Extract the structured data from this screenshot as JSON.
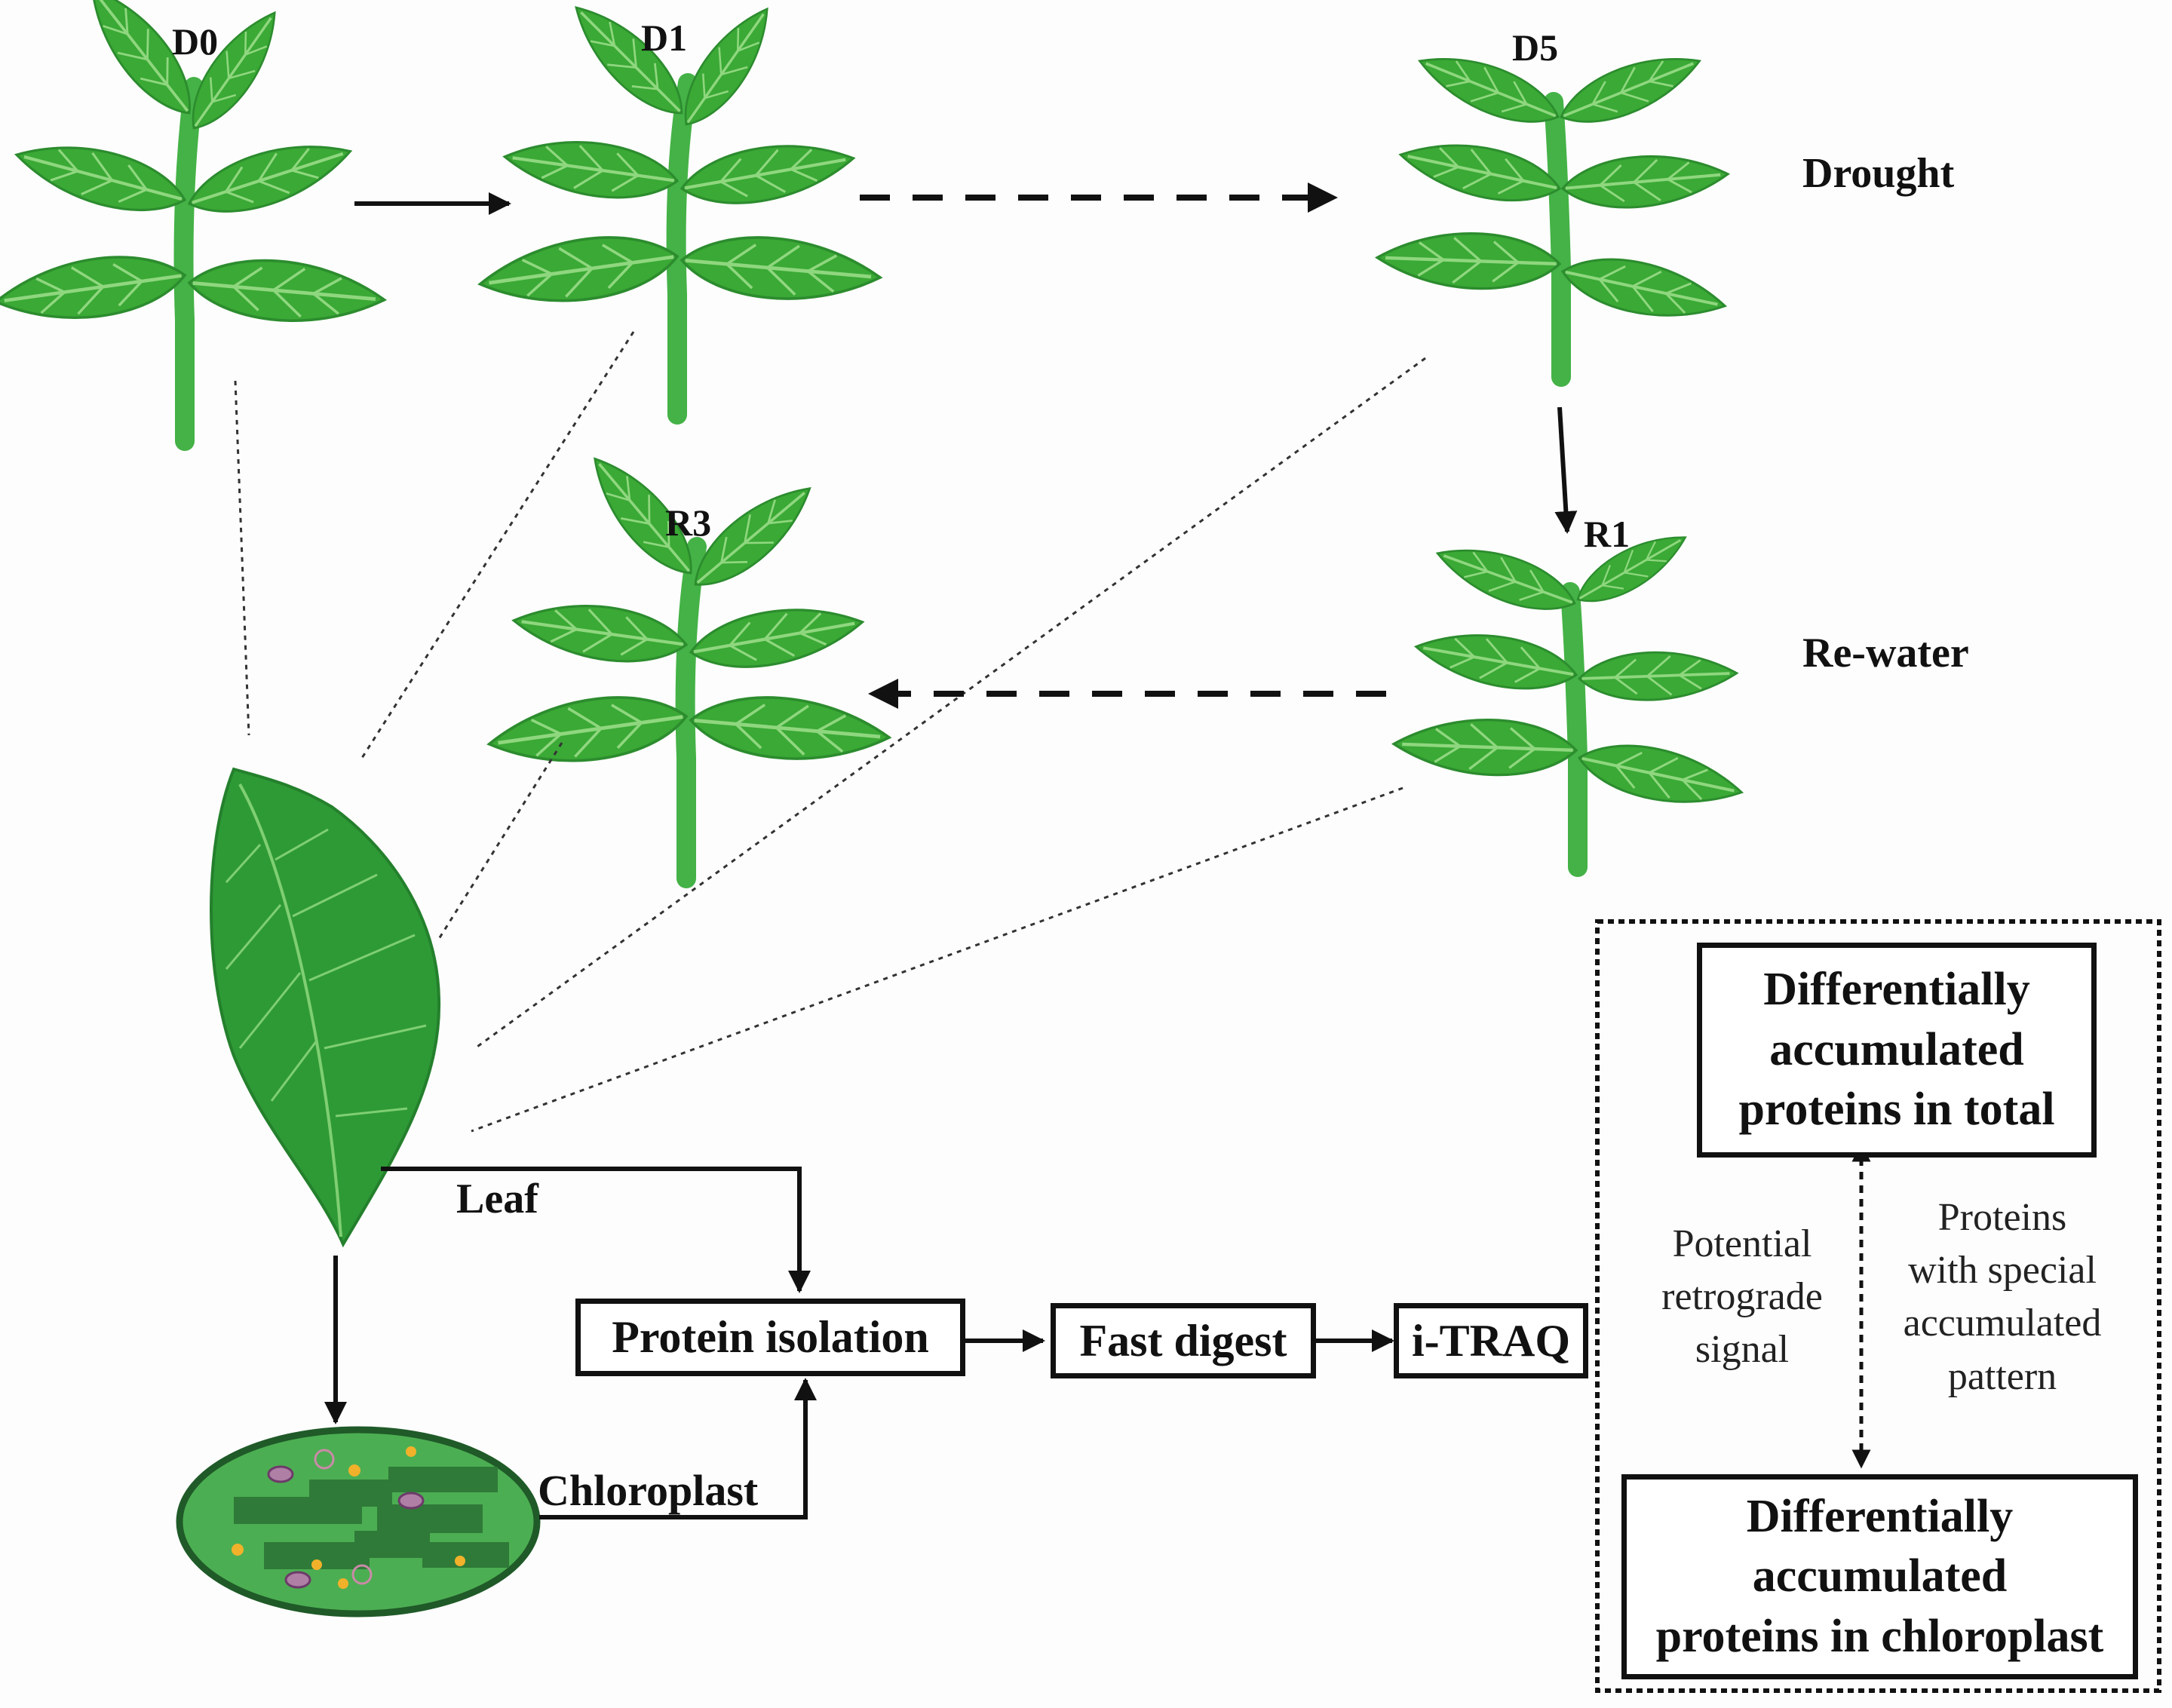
{
  "stages": {
    "d0": "D0",
    "d1": "D1",
    "d5": "D5",
    "r1": "R1",
    "r3": "R3"
  },
  "conditions": {
    "drought": "Drought",
    "rewater": "Re-water"
  },
  "tissues": {
    "leaf": "Leaf",
    "chloroplast": "Chloroplast"
  },
  "pipeline": {
    "protein_isolation": "Protein isolation",
    "fast_digest": "Fast digest",
    "itraq": "i-TRAQ"
  },
  "results": {
    "total_lines": [
      "Differentially",
      "accumulated",
      "proteins in total"
    ],
    "chloroplast_lines": [
      "Differentially",
      "accumulated",
      "proteins in chloroplast"
    ],
    "left_note_lines": [
      "Potential",
      "retrograde",
      "signal"
    ],
    "right_note_lines": [
      "Proteins",
      "with special",
      "accumulated",
      "pattern"
    ]
  },
  "colors": {
    "leaf_green": "#3aa935",
    "leaf_dark": "#2c8c2e",
    "stem_green": "#44b246",
    "chloroplast_fill": "#4cae52",
    "thylakoid": "#2f7a38"
  }
}
